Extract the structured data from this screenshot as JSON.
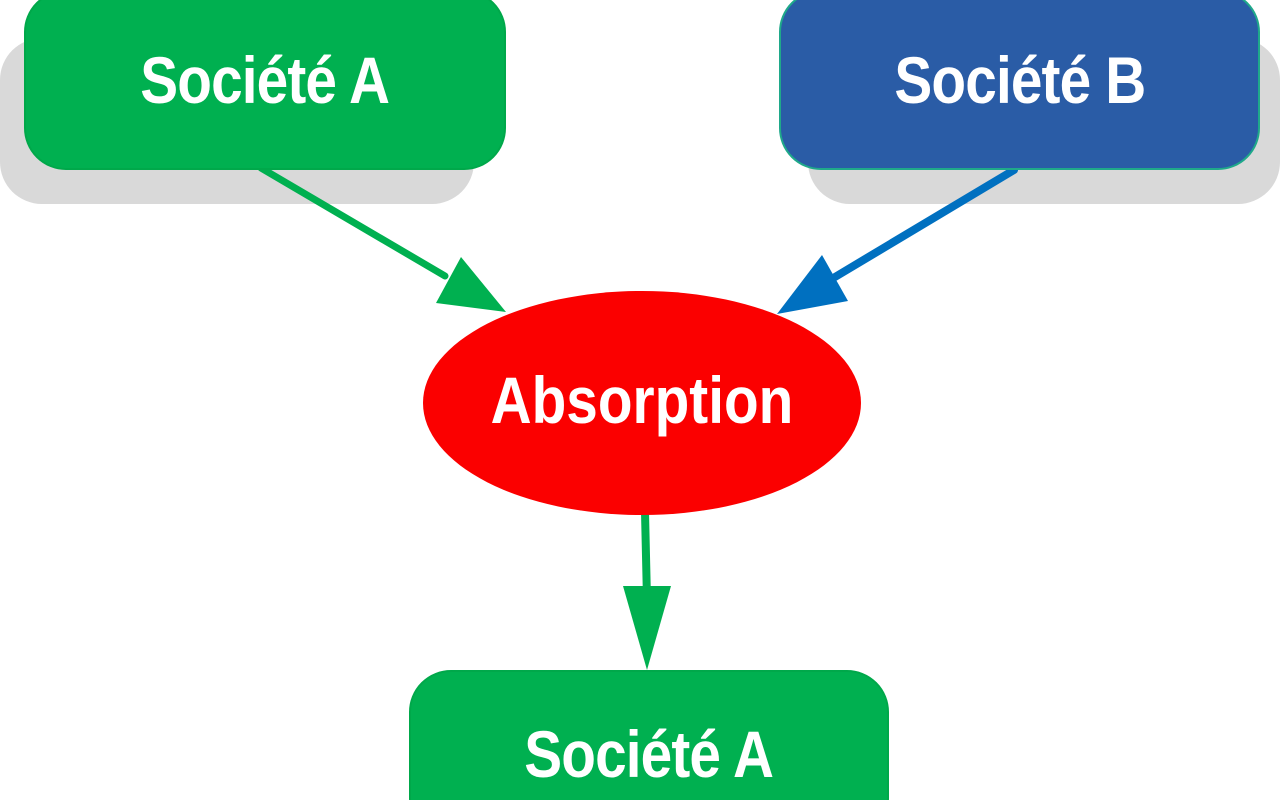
{
  "diagram": {
    "source_a": {
      "label": "Société A"
    },
    "source_b": {
      "label": "Société B"
    },
    "operation": {
      "label": "Absorption"
    },
    "result": {
      "label": "Société A"
    }
  },
  "colors": {
    "green": "#00b050",
    "blue": "#2a5ca6",
    "red": "#fb0000",
    "arrow_green": "#00b050",
    "arrow_blue": "#0070c0",
    "shadow": "#d9d9d9",
    "text": "#ffffff"
  }
}
